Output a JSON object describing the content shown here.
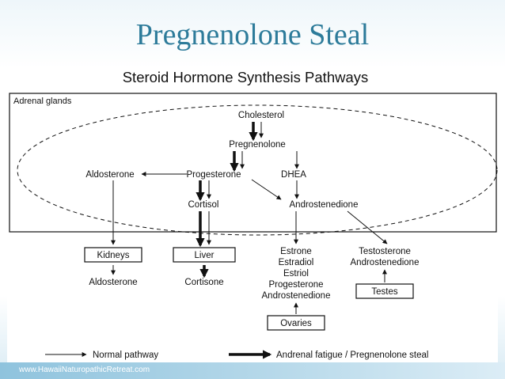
{
  "slide": {
    "title": "Pregnenolone Steal",
    "footer_url": "www.HawaiiNaturopathicRetreat.com"
  },
  "figure": {
    "title": "Steroid Hormone Synthesis Pathways",
    "region_label": "Adrenal glands",
    "nodes": {
      "cholesterol": "Cholesterol",
      "pregnenolone": "Pregnenolone",
      "aldosterone_adrenal": "Aldosterone",
      "progesterone": "Progesterone",
      "dhea": "DHEA",
      "cortisol": "Cortisol",
      "androstenedione": "Androstenedione",
      "kidneys": "Kidneys",
      "liver": "Liver",
      "aldosterone_out": "Aldosterone",
      "cortisone": "Cortisone",
      "ovary_outputs": [
        "Estrone",
        "Estradiol",
        "Estriol",
        "Progesterone",
        "Androstenedione"
      ],
      "testes_outputs": [
        "Testosterone",
        "Androstenedione"
      ],
      "testes": "Testes",
      "ovaries": "Ovaries"
    },
    "legend": {
      "normal": "Normal pathway",
      "steal": "Andrenal fatigue / Pregnenolone steal"
    }
  },
  "colors": {
    "title": "#2d7b9a",
    "footer_band": "#8fc3dd",
    "ink": "#111111"
  }
}
